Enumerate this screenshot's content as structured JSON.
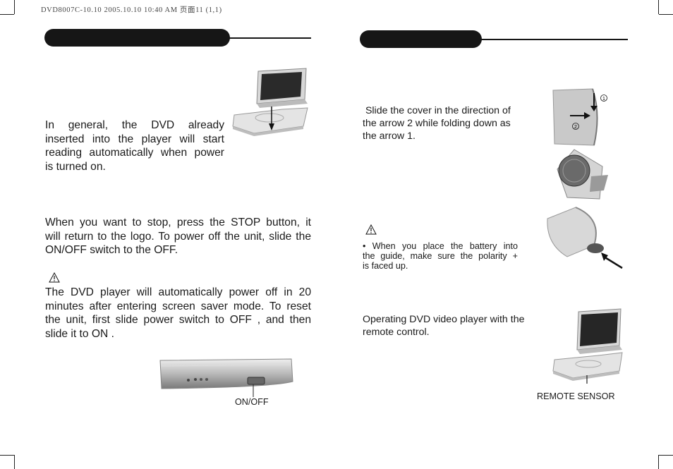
{
  "header": {
    "print_line": "DVD8007C-10.10  2005.10.10 10:40 AM  页面11 (1,1)"
  },
  "left_page": {
    "intro_lines": [
      "In   general,   the   DVD already",
      "inserted  into  the  player  will  start",
      "reading automatically when power",
      "is turned on."
    ],
    "stop_lines": [
      "When you want to stop, press the STOP button, it",
      "will return to the logo. To power off the unit, slide the",
      "ON/OFF switch to the OFF."
    ],
    "warning_lines": [
      "The  DVD player  will  automatically  power  off  in  20",
      "minutes after entering screen saver mode. To reset",
      "the unit, first slide power switch to  OFF , and then",
      "slide it to  ON ."
    ],
    "switch_label": "ON/OFF"
  },
  "right_page": {
    "cover_lines": [
      " Slide the cover in the direction of",
      "the arrow 2 while folding down as",
      "the arrow 1."
    ],
    "battery_lines": [
      "• When  you  place  the  battery  into",
      "the guide, make sure the  polarity +",
      "is faced up."
    ],
    "remote_lines": [
      "Operating DVD video player with the",
      "remote control."
    ],
    "sensor_label": "REMOTE SENSOR",
    "arrow_labels": [
      "1",
      "2"
    ]
  }
}
